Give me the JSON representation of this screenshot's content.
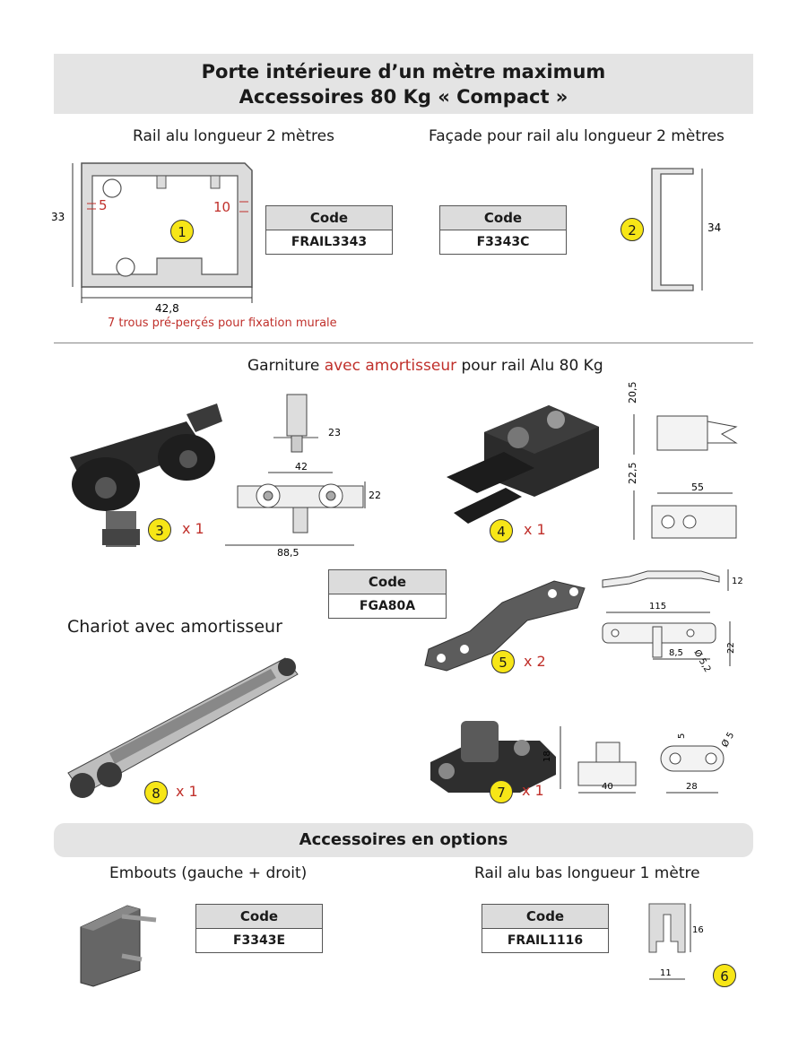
{
  "header": {
    "line1": "Porte intérieure d’un mètre maximum",
    "line2": "Accessoires 80 Kg « Compact »"
  },
  "rail": {
    "title": "Rail alu longueur 2 mètres",
    "code_label": "Code",
    "code": "FRAIL3343",
    "dim_height": "33",
    "dim_width": "42,8",
    "dim_5": "5",
    "dim_10": "10",
    "note": "7 trous pré-perçés pour fixation murale",
    "badge": "1"
  },
  "facade": {
    "title": "Façade pour rail alu longueur 2 mètres",
    "code_label": "Code",
    "code": "F3343C",
    "dim_height": "34",
    "badge": "2"
  },
  "garniture": {
    "title_before": "Garniture ",
    "title_highlight": "avec amortisseur",
    "title_after": " pour rail Alu 80 Kg",
    "code_label": "Code",
    "code": "FGA80A"
  },
  "parts": [
    {
      "badge": "3",
      "qty": "x 1"
    },
    {
      "badge": "4",
      "qty": "x 1"
    },
    {
      "badge": "5",
      "qty": "x 2"
    },
    {
      "badge": "7",
      "qty": "x 1"
    },
    {
      "badge": "8",
      "qty": "x 1"
    }
  ],
  "dims": {
    "trolley_23": "23",
    "trolley_42": "42",
    "trolley_22": "22",
    "trolley_88_5": "88,5",
    "stop_20_5": "20,5",
    "stop_22_5": "22,5",
    "stop_55": "55",
    "plate_12": "12",
    "plate_115": "115",
    "plate_8_5": "8,5",
    "plate_phi": "Ø 5,2",
    "plate_22": "22",
    "guide_18": "18",
    "guide_40": "40",
    "guide_5": "5",
    "guide_phi": "Ø 5",
    "guide_28": "28"
  },
  "chariot": {
    "title": "Chariot avec amortisseur"
  },
  "options": {
    "title": "Accessoires en options",
    "embouts": {
      "title": "Embouts (gauche + droit)",
      "code_label": "Code",
      "code": "F3343E"
    },
    "rail_bas": {
      "title": "Rail alu bas longueur 1 mètre",
      "code_label": "Code",
      "code": "FRAIL1116",
      "dim_16": "16",
      "dim_11": "11",
      "badge": "6"
    }
  },
  "colors": {
    "band": "#e4e4e4",
    "accent_red": "#c0302b",
    "badge_yellow": "#f7e617"
  }
}
